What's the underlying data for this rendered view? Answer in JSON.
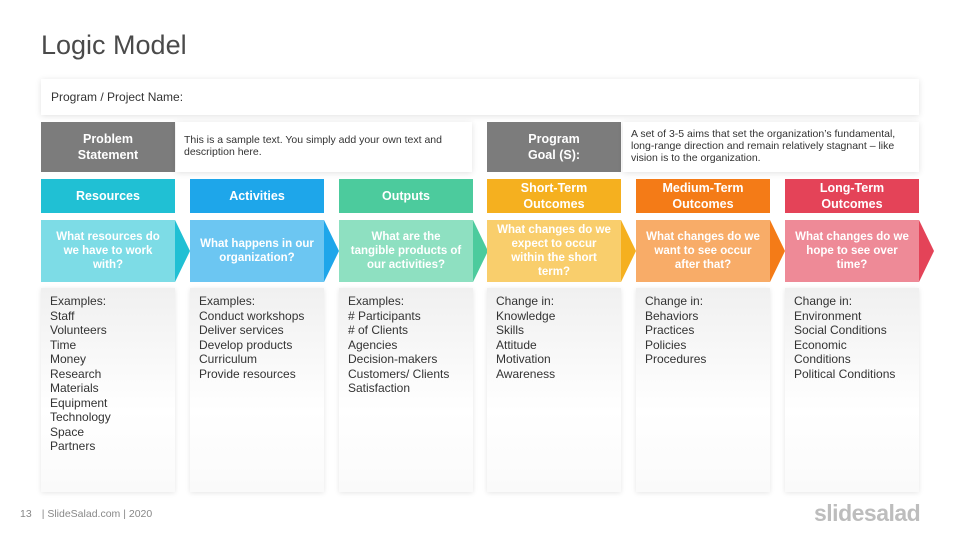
{
  "title": "Logic Model",
  "project_label": "Program / Project Name:",
  "problem": {
    "heading_line1": "Problem",
    "heading_line2": "Statement",
    "text": "This is a sample text. You simply add your own text and description here."
  },
  "goal": {
    "heading_line1": "Program",
    "heading_line2": "Goal (S):",
    "text": "A set of 3-5 aims that set the organization’s fundamental, long-range direction and remain relatively stagnant – like vision is to the organization."
  },
  "columns": [
    {
      "header": "Resources",
      "header_color": "#20c0d4",
      "question": "What resources do we have to work with?",
      "question_color": "#7ddce6",
      "arrow_color": "#20c0d4",
      "lines": [
        "Examples:",
        "Staff",
        "Volunteers",
        "Time",
        "Money",
        "Research",
        "Materials",
        "Equipment",
        "Technology",
        "Space",
        "Partners"
      ]
    },
    {
      "header": "Activities",
      "header_color": "#1ea6ea",
      "question": "What happens in our organization?",
      "question_color": "#6cc6f2",
      "arrow_color": "#1ea6ea",
      "lines": [
        "Examples:",
        "Conduct workshops",
        "Deliver services",
        "Develop products",
        "Curriculum",
        "Provide resources"
      ]
    },
    {
      "header": "Outputs",
      "header_color": "#4ccb9d",
      "question": "What are the tangible products of our activities?",
      "question_color": "#8ee0c1",
      "arrow_color": "#4ccb9d",
      "lines": [
        "Examples:",
        "# Participants",
        "# of Clients",
        "Agencies",
        "Decision-makers",
        "Customers/ Clients",
        "Satisfaction"
      ]
    },
    {
      "header": "Short-Term Outcomes",
      "header_color": "#f5b01f",
      "question": "What changes do we expect to occur within the short term?",
      "question_color": "#f9ce6c",
      "arrow_color": "#f5b01f",
      "lines": [
        "Change in:",
        "Knowledge",
        "Skills",
        "Attitude",
        "Motivation",
        "Awareness"
      ]
    },
    {
      "header": "Medium-Term Outcomes",
      "header_color": "#f47b17",
      "question": "What changes do we want to see occur after that?",
      "question_color": "#f8ac68",
      "arrow_color": "#f47b17",
      "lines": [
        "Change in:",
        "Behaviors",
        "Practices",
        "Policies",
        "Procedures"
      ]
    },
    {
      "header": "Long-Term Outcomes",
      "header_color": "#e44358",
      "question": "What changes do we hope to see over time?",
      "question_color": "#ee8a97",
      "arrow_color": "#e44358",
      "lines": [
        "Change in:",
        "Environment",
        "Social Conditions",
        "Economic",
        "Conditions",
        "Political Conditions"
      ]
    }
  ],
  "footer": {
    "page_number": "13",
    "credit": "| SlideSalad.com | 2020"
  },
  "brand": "slidesalad"
}
